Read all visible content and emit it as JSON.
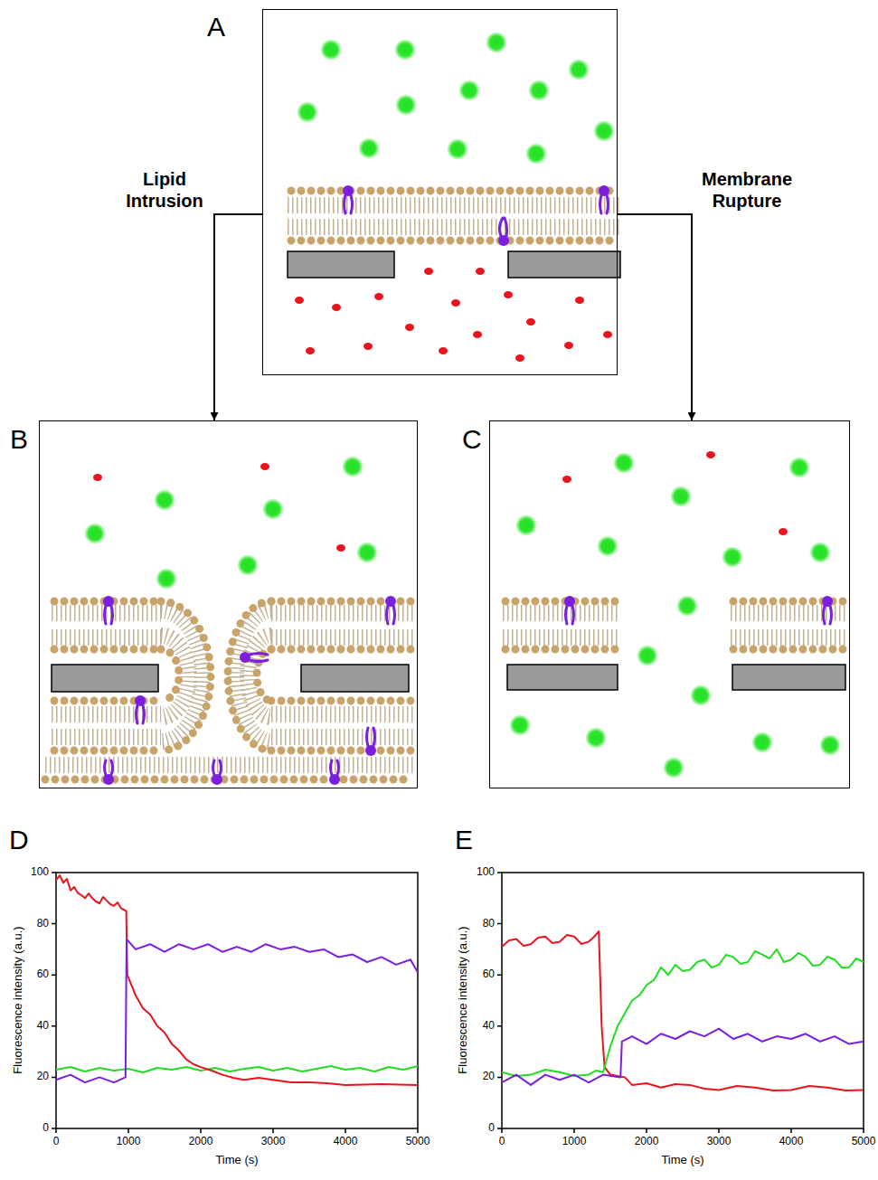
{
  "diagram": {
    "nodes": [
      {
        "text": [
          "A"
        ]
      },
      {
        "text": [
          "B"
        ]
      },
      {
        "text": [
          "C"
        ]
      }
    ],
    "edges": [
      {
        "from": 0,
        "to": 1,
        "label": "Lipid Intrusion",
        "arrow": "to"
      },
      {
        "from": 0,
        "to": 2,
        "label": "Membrane Rupture",
        "arrow": "to"
      }
    ],
    "labels": [
      "D",
      "E",
      "Fluorescence intensity (a.u.)",
      "Time (s)",
      "0",
      "20",
      "40",
      "60",
      "80",
      "100",
      "0",
      "1000",
      "2000",
      "3000",
      "4000",
      "5000",
      "Fluorescence intensity (a.u.)",
      "Time (s)",
      "0",
      "20",
      "40",
      "60",
      "80",
      "100",
      "0",
      "1000",
      "2000",
      "3000",
      "4000",
      "5000"
    ]
  }
}
